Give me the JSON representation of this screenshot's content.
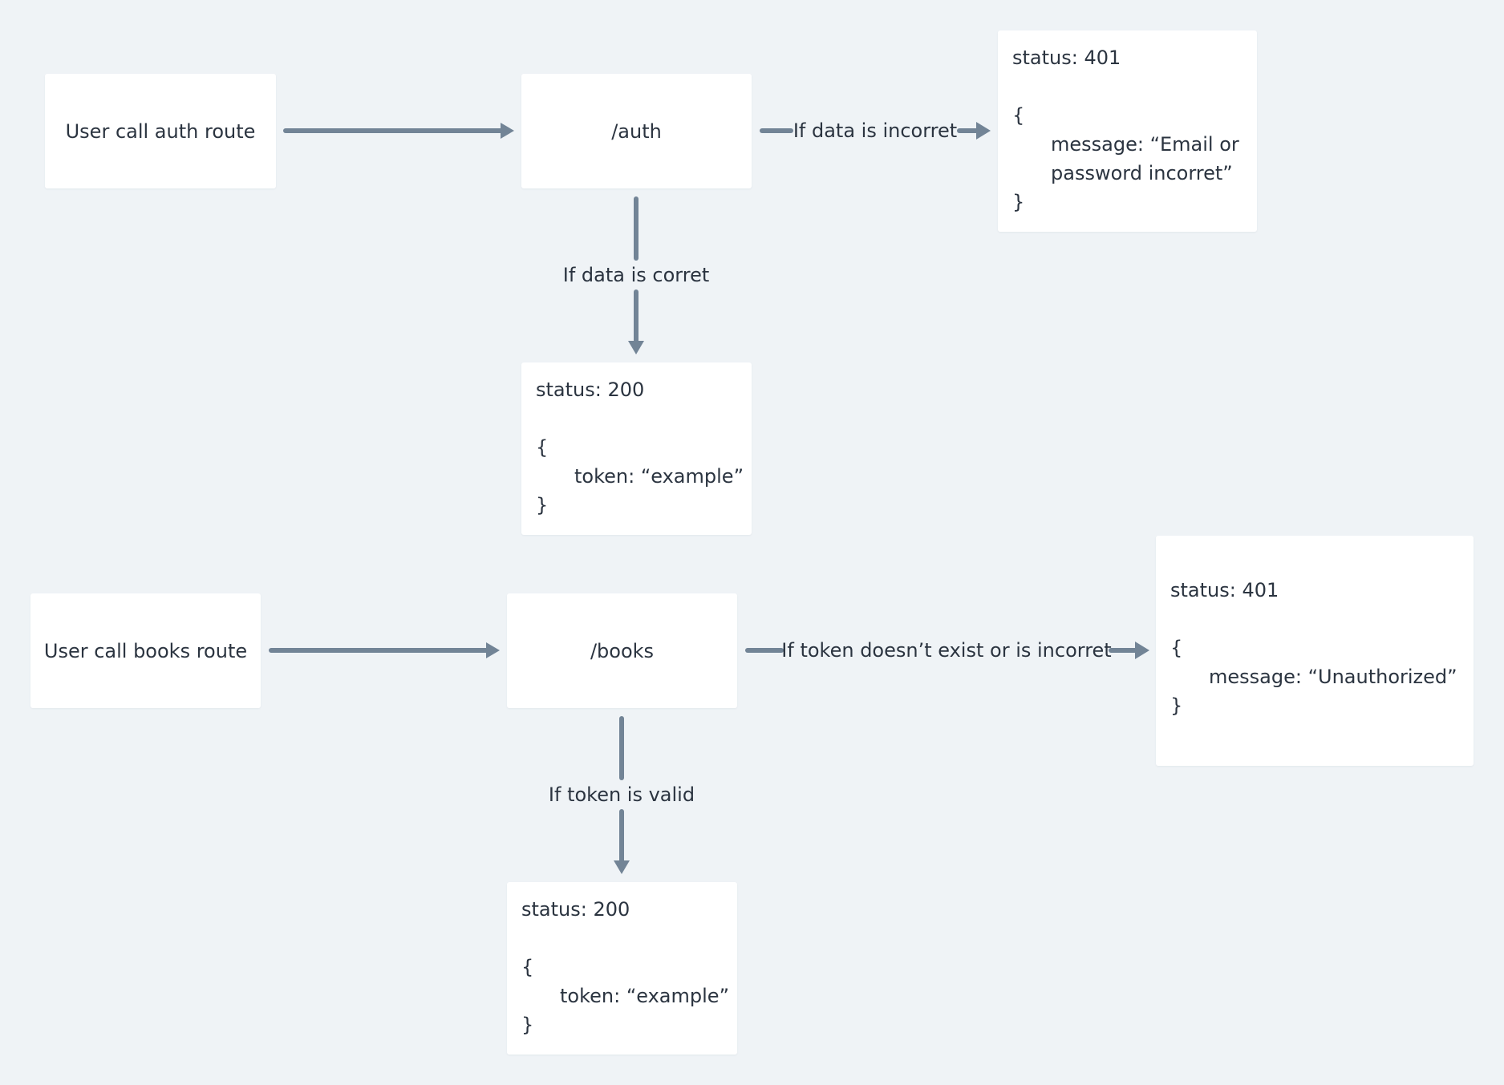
{
  "diagram": {
    "auth_flow": {
      "user_node": "User call auth route",
      "route_node": "/auth",
      "incorrect_label": "If data is incorret",
      "incorrect_response": {
        "status": "status: 401",
        "open_brace": "{",
        "body_line_1": "message: “Email or",
        "body_line_2": "password incorret”",
        "close_brace": "}"
      },
      "correct_label": "If data is corret",
      "correct_response": {
        "status": "status: 200",
        "open_brace": "{",
        "body_line_1": "token: “example”",
        "close_brace": "}"
      }
    },
    "books_flow": {
      "user_node": "User call books route",
      "route_node": "/books",
      "invalid_label": "If token doesn’t exist or is incorret",
      "invalid_response": {
        "status": "status: 401",
        "open_brace": "{",
        "body_line_1": "message: “Unauthorized”",
        "close_brace": "}"
      },
      "valid_label": "If token is valid",
      "valid_response": {
        "status": "status: 200",
        "open_brace": "{",
        "body_line_1": "token: “example”",
        "close_brace": "}"
      }
    }
  },
  "colors": {
    "background": "#eff3f6",
    "node_fill": "#ffffff",
    "connector": "#728496",
    "text": "#2b3440"
  }
}
